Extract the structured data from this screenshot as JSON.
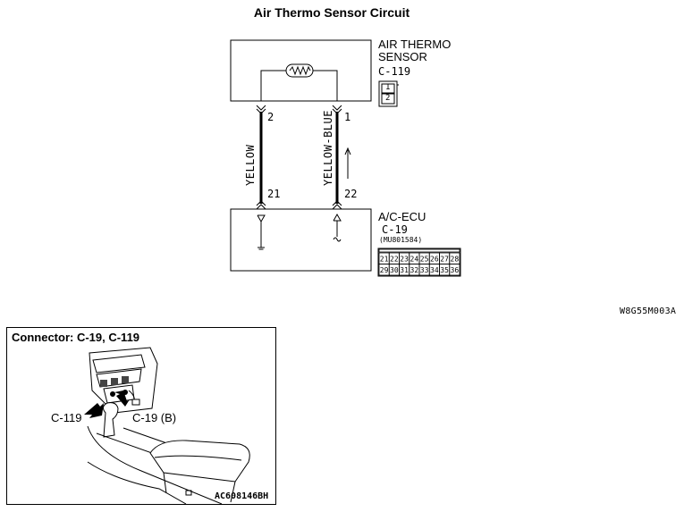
{
  "title": "Air Thermo Sensor Circuit",
  "sensor": {
    "name_line1": "AIR THERMO",
    "name_line2": "SENSOR",
    "connector": "C-119",
    "pins": [
      "1",
      "2"
    ]
  },
  "wires": [
    {
      "color_label": "YELLOW",
      "sensor_pin": "2",
      "ecu_pin": "21"
    },
    {
      "color_label": "YELLOW-BLUE",
      "sensor_pin": "1",
      "ecu_pin": "22"
    }
  ],
  "ecu": {
    "name": "A/C-ECU",
    "connector": "C-19",
    "part_number": "(MU801584)",
    "pin_rows": [
      [
        "21",
        "22",
        "23",
        "24",
        "25",
        "26",
        "27",
        "28"
      ],
      [
        "29",
        "30",
        "31",
        "32",
        "33",
        "34",
        "35",
        "36"
      ]
    ]
  },
  "diagram_code": "W8G55M003A",
  "connector_panel": {
    "title": "Connector: C-19, C-119",
    "label_c119": "C-119",
    "label_c19": "C-19 (B)",
    "photo_code": "AC608146BH"
  }
}
